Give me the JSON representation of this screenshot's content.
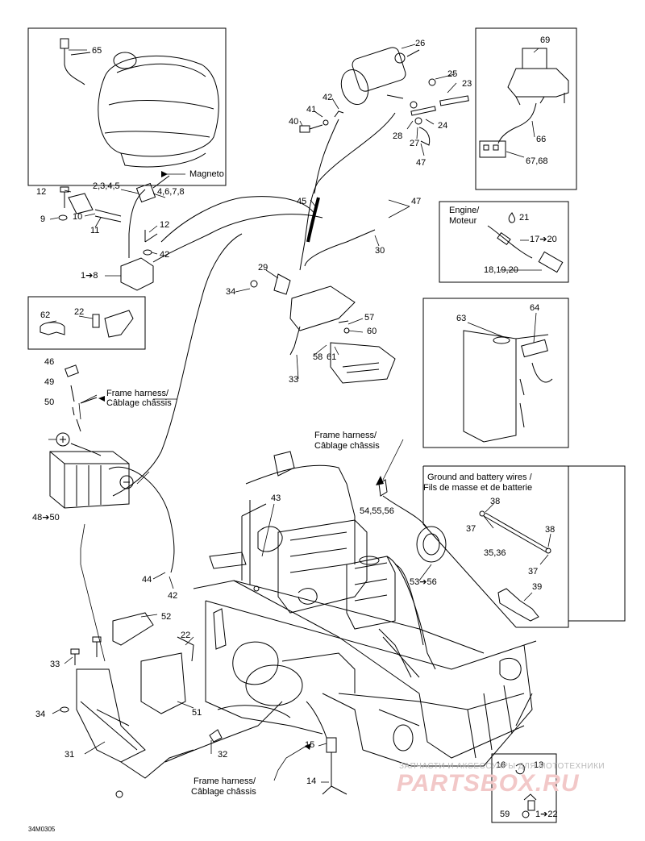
{
  "labels": {
    "magneto": "Magneto",
    "engine": "Engine/",
    "moteur": "Moteur",
    "frame_harness_1a": "Frame harness/",
    "frame_harness_1b": "Câblage châssis",
    "frame_harness_2a": "Frame harness/",
    "frame_harness_2b": "Câblage châssis",
    "frame_harness_3a": "Frame harness/",
    "frame_harness_3b": "Câblage châssis",
    "ground_title_1": "Ground and battery wires /",
    "ground_title_2": "Fils de masse et de batterie",
    "plus_sign": "+",
    "minus_sign": "-"
  },
  "part_numbers": {
    "n65": "65",
    "n26": "26",
    "n69": "69",
    "n25": "25",
    "n23": "23",
    "n42a": "42",
    "n41": "41",
    "n40": "40",
    "n28": "28",
    "n27": "27",
    "n24": "24",
    "n47a": "47",
    "n66": "66",
    "n6768": "67,68",
    "n2345": "2,3,4,5",
    "n4678": "4,6,7,8",
    "n12a": "12",
    "n9": "9",
    "n10": "10",
    "n11": "11",
    "n12b": "12",
    "n42b": "42",
    "n1to8": "1➔8",
    "n45": "45",
    "n47b": "47",
    "n30": "30",
    "n21": "21",
    "n17to20": "17➔20",
    "n181920": "18,19,20",
    "n29": "29",
    "n34a": "34",
    "n62": "62",
    "n22a": "22",
    "n57": "57",
    "n60": "60",
    "n58": "58",
    "n61": "61",
    "n33a": "33",
    "n63": "63",
    "n64": "64",
    "n46": "46",
    "n49": "49",
    "n50": "50",
    "n48to50": "48➔50",
    "n545556": "54,55,56",
    "n43": "43",
    "n53to56": "53➔56",
    "n38a": "38",
    "n37a": "37",
    "n38b": "38",
    "n3536": "35,36",
    "n37b": "37",
    "n39": "39",
    "n44": "44",
    "n42c": "42",
    "n52": "52",
    "n22b": "22",
    "n33b": "33",
    "n34b": "34",
    "n51": "51",
    "n31": "31",
    "n32": "32",
    "n15": "15",
    "n14": "14",
    "n16": "16",
    "n13": "13",
    "n59": "59",
    "n122": "1➔22"
  },
  "watermark": {
    "line1": "ЗАПЧАСТИ И АКСЕССУАРЫ ДЛЯ МОТОТЕХНИКИ",
    "line2": "PARTSBOX.RU"
  },
  "figure_ref": "34M0305"
}
